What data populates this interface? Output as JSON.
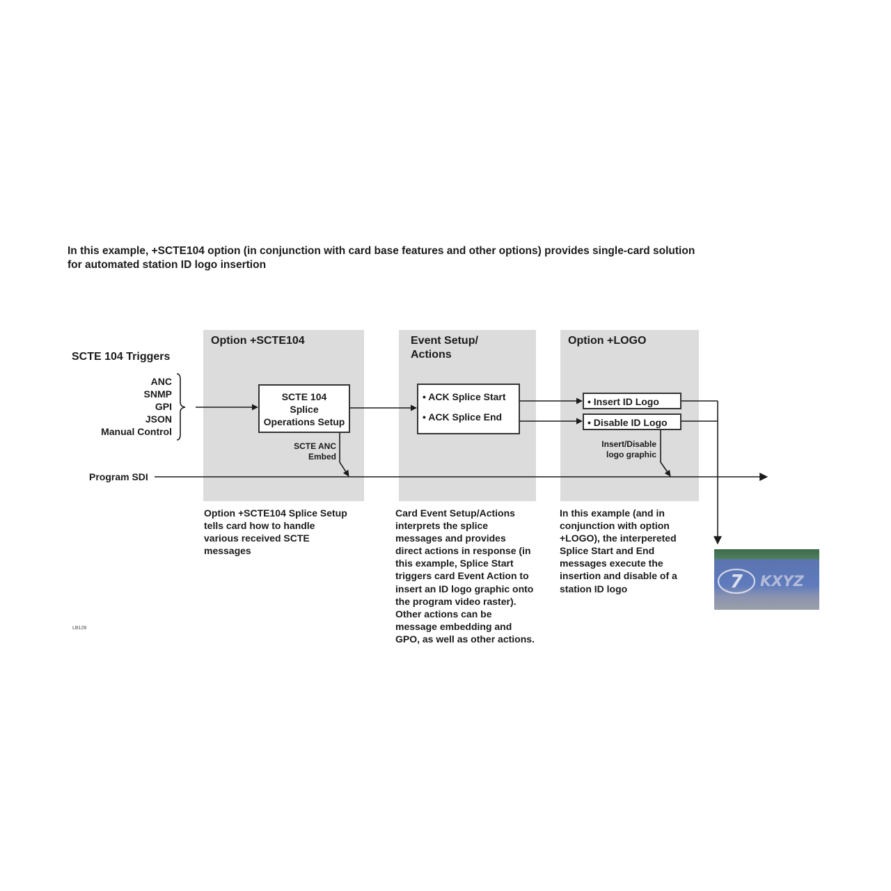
{
  "caption": {
    "line1": "In this example, +SCTE104 option (in conjunction with card base features and other options) provides single-card solution",
    "line2": "for automated station ID logo insertion"
  },
  "triggers": {
    "title": "SCTE 104 Triggers",
    "items": [
      "ANC",
      "SNMP",
      "GPI",
      "JSON",
      "Manual Control"
    ]
  },
  "panels": {
    "scte104": {
      "title": "Option +SCTE104",
      "box_lines": [
        "SCTE 104",
        "Splice",
        "Operations Setup"
      ],
      "anc_label": [
        "SCTE ANC",
        "Embed"
      ],
      "description": [
        "Option +SCTE104 Splice Setup",
        "tells card how to handle",
        "various received SCTE",
        "messages"
      ]
    },
    "event": {
      "title_lines": [
        "Event Setup/",
        "Actions"
      ],
      "items": [
        "• ACK Splice Start",
        "• ACK Splice End"
      ],
      "description": [
        "Card Event Setup/Actions",
        "interprets the splice",
        "messages and provides",
        "direct actions in response (in",
        "this example, Splice Start",
        "triggers card Event Action to",
        "insert an ID logo graphic onto",
        "the program video raster).",
        "Other actions can be",
        "message embedding and",
        "GPO, as well as other actions."
      ]
    },
    "logo": {
      "title": "Option +LOGO",
      "items": [
        "• Insert ID Logo",
        "• Disable ID Logo"
      ],
      "graphic_label": [
        "Insert/Disable",
        "logo graphic"
      ],
      "description": [
        "In this example (and in",
        "conjunction with option",
        "+LOGO), the interpereted",
        "Splice Start and End",
        "messages execute the",
        "insertion and disable of a",
        "station ID logo"
      ]
    }
  },
  "program_sdi": "Program SDI",
  "logo_image": {
    "number": "7",
    "call_letters": "KXYZ"
  },
  "figure_id": "LB128",
  "colors": {
    "panel": "#dcdcdc",
    "line": "#1a1a1a",
    "logo_blue": "#5f7bbd"
  }
}
